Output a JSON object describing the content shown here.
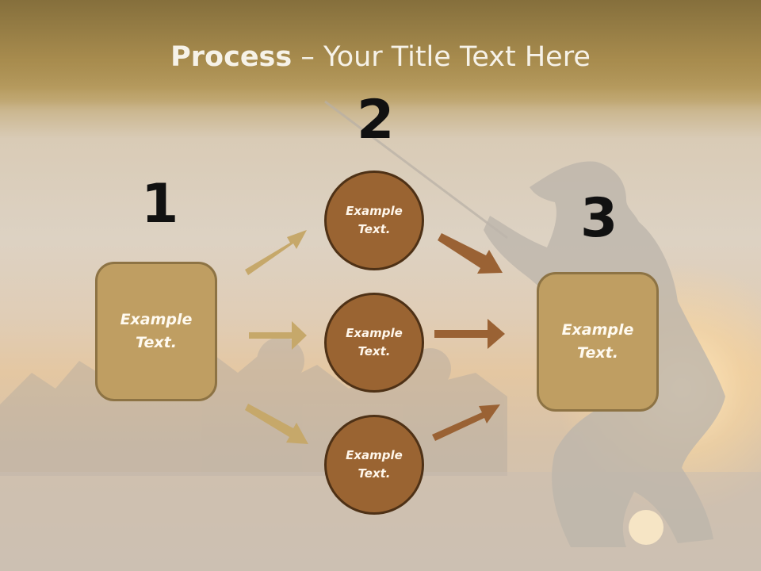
{
  "slide": {
    "title_bold": "Process",
    "title_rest": " – Your Title Text Here",
    "steps": [
      {
        "number": "1",
        "label": "Example Text."
      },
      {
        "number": "2",
        "items": [
          "Example Text.",
          "Example Text.",
          "Example Text."
        ]
      },
      {
        "number": "3",
        "label": "Example Text."
      }
    ]
  },
  "colors": {
    "box_fill": "#bf9e62",
    "circle_fill": "#9a6432",
    "arrow_light": "#c6a86a",
    "arrow_dark": "#9a6234"
  },
  "background": {
    "image": "fisherman-silhouette-sunset"
  }
}
